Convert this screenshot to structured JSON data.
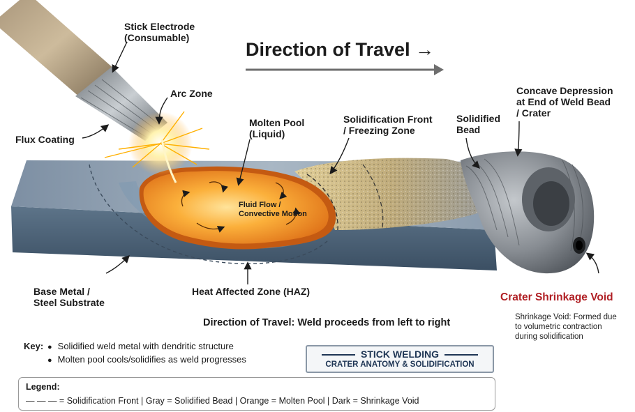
{
  "title": "Direction of Travel →",
  "labels": {
    "stick_electrode": [
      "Stick Electrode",
      "(Consumable)"
    ],
    "arc_zone": "Arc Zone",
    "flux_coating": "Flux Coating",
    "molten_pool": [
      "Molten Pool",
      "(Liquid)"
    ],
    "fluid_flow": [
      "Fluid Flow /",
      "Convective Motion"
    ],
    "solidification_front": [
      "Solidification Front",
      "/ Freezing Zone"
    ],
    "solidified_bead": [
      "Solidified",
      "Bead"
    ],
    "concave_depression": [
      "Concave Depression",
      "at End of Weld Bead",
      "/ Crater"
    ],
    "base_metal": [
      "Base Metal /",
      "Steel Substrate"
    ],
    "haz": "Heat Affected Zone (HAZ)",
    "crater_void": "Crater Shrinkage Void"
  },
  "subtitle": "Direction of Travel: Weld proceeds from left to right",
  "void_note": "Shrinkage Void: Formed due to volumetric contraction during solidification",
  "key": {
    "title": "Key:",
    "items": [
      "Solidified weld metal with dendritic structure",
      "Molten pool cools/solidifies as weld progresses"
    ]
  },
  "badge": {
    "line1": "STICK WELDING",
    "line2": "CRATER ANATOMY & SOLIDIFICATION"
  },
  "legend": {
    "title": "Legend:",
    "text": "— — — = Solidification Front  |  Gray = Solidified Bead  |  Orange = Molten Pool  |  Dark = Shrinkage Void"
  },
  "colors": {
    "molten": "#f7941d",
    "molten_core": "#fbc765",
    "steel_top": "#9aa9b8",
    "steel_front": "#4e647a",
    "bead": "#8d9196",
    "void_red": "#b01f24",
    "badge_navy": "#1e3554"
  }
}
